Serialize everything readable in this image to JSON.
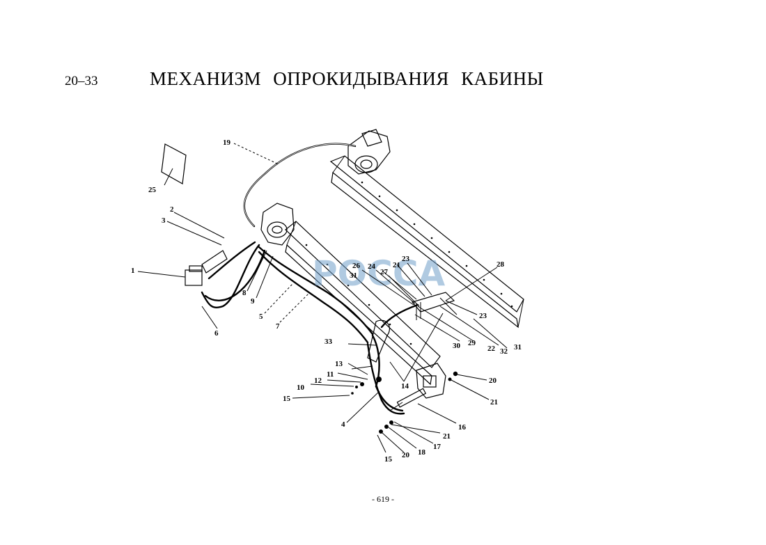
{
  "header": {
    "section_number": "20–33",
    "title": "МЕХАНИЗМ  ОПРОКИДЫВАНИЯ  КАБИНЫ"
  },
  "watermark": {
    "text": "РОССА",
    "color": "#6f9ec8"
  },
  "callouts": {
    "c1": "1",
    "c2": "2",
    "c3": "3",
    "c4": "4",
    "c5": "5",
    "c6": "6",
    "c7": "7",
    "c8": "8",
    "c9": "9",
    "c10": "10",
    "c11": "11",
    "c12": "12",
    "c13": "13",
    "c14": "14",
    "c15a": "15",
    "c15b": "15",
    "c16": "16",
    "c17": "17",
    "c18": "18",
    "c19": "19",
    "c20a": "20",
    "c20b": "20",
    "c21a": "21",
    "c21b": "21",
    "c21c": "21",
    "c22": "22",
    "c23a": "23",
    "c23b": "23",
    "c24": "24",
    "c25": "25",
    "c26": "26",
    "c27": "27",
    "c28": "28",
    "c29": "29",
    "c30": "30",
    "c31a": "31",
    "c31b": "31",
    "c32": "32",
    "c33": "33"
  },
  "footer": {
    "page_number": "- 619 -"
  }
}
